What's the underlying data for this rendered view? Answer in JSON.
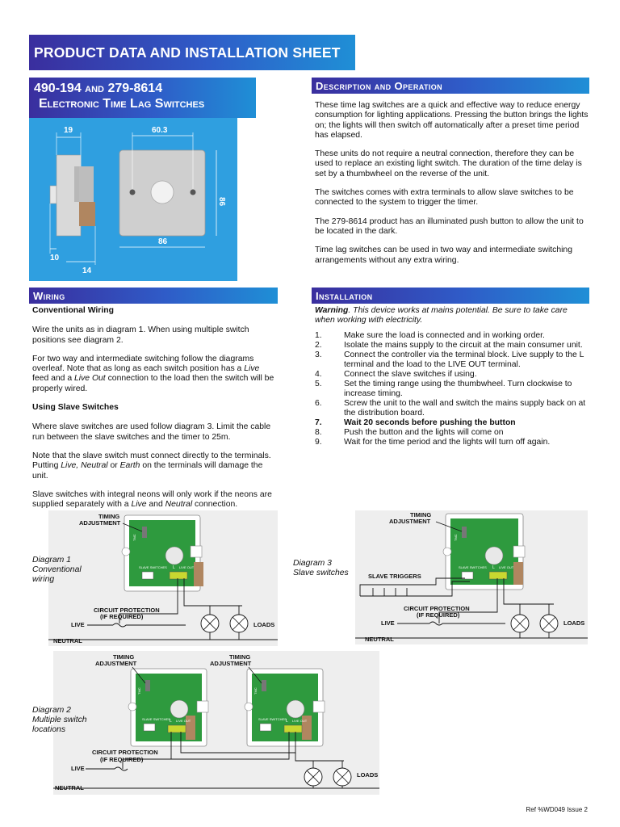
{
  "header": {
    "title": "PRODUCT DATA AND INSTALLATION SHEET",
    "product_line1_a": "490-194",
    "product_line1_b": "and",
    "product_line1_c": "279-8614",
    "product_line2": "Electronic Time Lag Switches"
  },
  "dimensions": {
    "d19": "19",
    "d60": "60.3",
    "d86w": "86",
    "d86h": "86",
    "d10": "10",
    "d14": "14"
  },
  "description": {
    "heading": "Description and Operation",
    "p1": "These time lag switches are a quick and effective way to reduce energy consumption for lighting applications. Pressing the button brings the lights on; the lights will then switch off automatically after a preset time period has elapsed.",
    "p2": "These units do not require a neutral connection, therefore they can be used to replace an existing light switch. The duration of the time delay is set  by a thumbwheel on the reverse of the unit.",
    "p3": "The switches comes with extra terminals to allow slave switches to be connected to the system to trigger the timer.",
    "p4": "The 279-8614 product has an illuminated push button to allow the unit to be located in the dark.",
    "p5": "Time lag switches can be used in two way and intermediate switching arrangements without any extra wiring."
  },
  "wiring": {
    "heading": "Wiring",
    "sub1": "Conventional Wiring",
    "p1": "Wire the units as in diagram 1. When using multiple switch positions see diagram 2.",
    "p2a": "For two way and intermediate switching follow the diagrams overleaf. Note that as long as each switch position has a ",
    "p2_live": "Live",
    "p2b": " feed and a ",
    "p2_liveout": "Live Out",
    "p2c": " connection to the load then the switch will be properly wired.",
    "sub2": "Using Slave Switches",
    "p3": "Where slave switches are used follow diagram 3. Limit the cable run between the slave switches and the timer to 25m.",
    "p4a": "Note that the slave switch must connect directly to the terminals. Putting ",
    "p4_terms": "Live, Neutral",
    "p4_or": " or ",
    "p4_earth": "Earth",
    "p4b": " on the terminals will damage the unit.",
    "p5a": "Slave switches with integral neons will only work if the neons are supplied separately with a ",
    "p5_live": "Live",
    "p5_and": " and ",
    "p5_neutral": "Neutral",
    "p5b": " connection."
  },
  "installation": {
    "heading": "Installation",
    "warning_bold": "Warning",
    "warning_rest": ". This device works at mains potential. Be sure to take care when working with electricity.",
    "steps": [
      {
        "n": "1.",
        "t": "Make sure the load is connected and in working order."
      },
      {
        "n": "2.",
        "t": "Isolate the mains supply to the circuit at the main consumer unit."
      },
      {
        "n": "3.",
        "t": "Connect the controller via the terminal block. Live supply to the L terminal and the load to the LIVE OUT terminal."
      },
      {
        "n": "4.",
        "t": "Connect the slave switches if using."
      },
      {
        "n": "5.",
        "t": "Set the timing range using the thumbwheel. Turn clockwise to increase timing."
      },
      {
        "n": "6.",
        "t": "Screw the unit to the wall and switch the mains supply back on at the distribution board."
      },
      {
        "n": "7.",
        "t": "Wait 20 seconds before pushing the button"
      },
      {
        "n": "8.",
        "t": "Push the button and the lights will come on"
      },
      {
        "n": "9.",
        "t": "Wait for the time period and the lights will turn off again."
      }
    ]
  },
  "diagrams": {
    "d1_title": "Diagram 1",
    "d1_sub1": "Conventional",
    "d1_sub2": "wiring",
    "d2_title": "Diagram 2",
    "d2_sub1": "Multiple switch",
    "d2_sub2": "locations",
    "d3_title": "Diagram 3",
    "d3_sub1": "Slave switches",
    "timing1": "TIMING",
    "timing2": "ADJUSTMENT",
    "circuit1": "CIRCUIT PROTECTION",
    "circuit2": "(IF REQUIRED)",
    "live": "LIVE",
    "neutral": "NEUTRAL",
    "loads": "LOADS",
    "slave_triggers": "SLAVE TRIGGERS",
    "pcb_slave": "SLAVE SWITCHES",
    "pcb_l": "L",
    "pcb_liveout": "LIVE OUT",
    "pcb_tmc": "TMC"
  },
  "footer": {
    "ref": "Ref %WD049 Issue 2"
  },
  "colors": {
    "banner_start": "#3a2e9e",
    "banner_end": "#1f8fd6",
    "pcb_green": "#2e9a3e",
    "diagram_bg": "#eeeeee",
    "dim_panel": "#2f9fe0"
  }
}
